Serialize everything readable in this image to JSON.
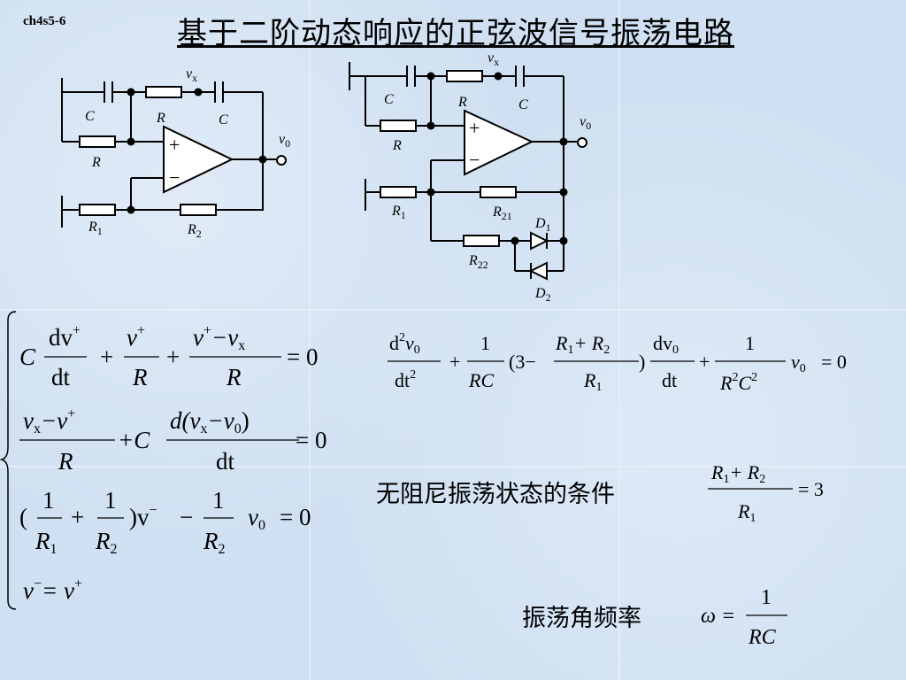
{
  "slide": {
    "tag": "ch4s5-6",
    "title": "基于二阶动态响应的正弦波信号振荡电路",
    "condition_label": "无阻尼振荡状态的条件",
    "frequency_label": "振荡角频率"
  },
  "circuit1": {
    "labels": {
      "C_left": "C",
      "R_top": "R",
      "C_right": "C",
      "R_left": "R",
      "R1": "R",
      "R1_sub": "1",
      "R2": "R",
      "R2_sub": "2",
      "vx": "v",
      "vx_sub": "x",
      "vo": "v",
      "vo_sub": "0"
    },
    "opamp": {
      "plus": "+",
      "minus": "−"
    }
  },
  "circuit2": {
    "labels": {
      "C_left": "C",
      "R_top": "R",
      "C_right": "C",
      "R_left": "R",
      "R1": "R",
      "R1_sub": "1",
      "R21": "R",
      "R21_sub": "21",
      "R22": "R",
      "R22_sub": "22",
      "D1": "D",
      "D1_sub": "1",
      "D2": "D",
      "D2_sub": "2",
      "vx": "v",
      "vx_sub": "x",
      "vo": "v",
      "vo_sub": "0"
    },
    "opamp": {
      "plus": "+",
      "minus": "−"
    }
  },
  "equations": {
    "e1": {
      "C": "C",
      "num1": "dv",
      "sup_plus": "+",
      "den1": "dt",
      "plus": "+",
      "num2": "v",
      "den2": "R",
      "num3_a": "v",
      "num3_sup": "+",
      "num3_b": "−v",
      "num3_sub": "x",
      "den3": "R",
      "rhs": "= 0"
    },
    "e2": {
      "num1_a": "v",
      "num1_sub": "x",
      "num1_b": "−v",
      "num1_sup": "+",
      "den1": "R",
      "plusC": "+C",
      "num2": "d(v",
      "num2_sub": "x",
      "num2_b": "−v",
      "num2_sub2": "0",
      "num2_c": ")",
      "den2": "dt",
      "rhs": "= 0"
    },
    "e3": {
      "open": "(",
      "n1": "1",
      "d1": "R",
      "d1_sub": "1",
      "plus": "+",
      "n2": "1",
      "d2": "R",
      "d2_sub": "2",
      "close": ")v",
      "close_sup": "−",
      "minus": "−",
      "n3": "1",
      "d3": "R",
      "d3_sub": "2",
      "v0": "v",
      "v0_sub": "0",
      "rhs": "= 0"
    },
    "e4": {
      "lhs": "v",
      "lhs_sup": "−",
      "eq": "= v",
      "rhs_sup": "+"
    },
    "main": {
      "n1": "d",
      "n1_sup": "2",
      "n1_b": "v",
      "n1_sub": "0",
      "d1": "dt",
      "d1_sup": "2",
      "plus1": "+",
      "n2": "1",
      "d2": "RC",
      "paren_open": "(3−",
      "n3_a": "R",
      "n3_sub1": "1",
      "n3_b": "+ R",
      "n3_sub2": "2",
      "d3": "R",
      "d3_sub": "1",
      "paren_close": ")",
      "n4": "dv",
      "n4_sub": "0",
      "d4": "dt",
      "plus2": "+",
      "n5": "1",
      "d5_a": "R",
      "d5_sup1": "2",
      "d5_b": "C",
      "d5_sup2": "2",
      "v0": "v",
      "v0_sub": "0",
      "rhs": "= 0"
    },
    "condition": {
      "n_a": "R",
      "n_sub1": "1",
      "n_b": "+ R",
      "n_sub2": "2",
      "d": "R",
      "d_sub": "1",
      "rhs": "= 3"
    },
    "omega": {
      "lhs": "ω =",
      "n": "1",
      "d": "RC"
    }
  }
}
